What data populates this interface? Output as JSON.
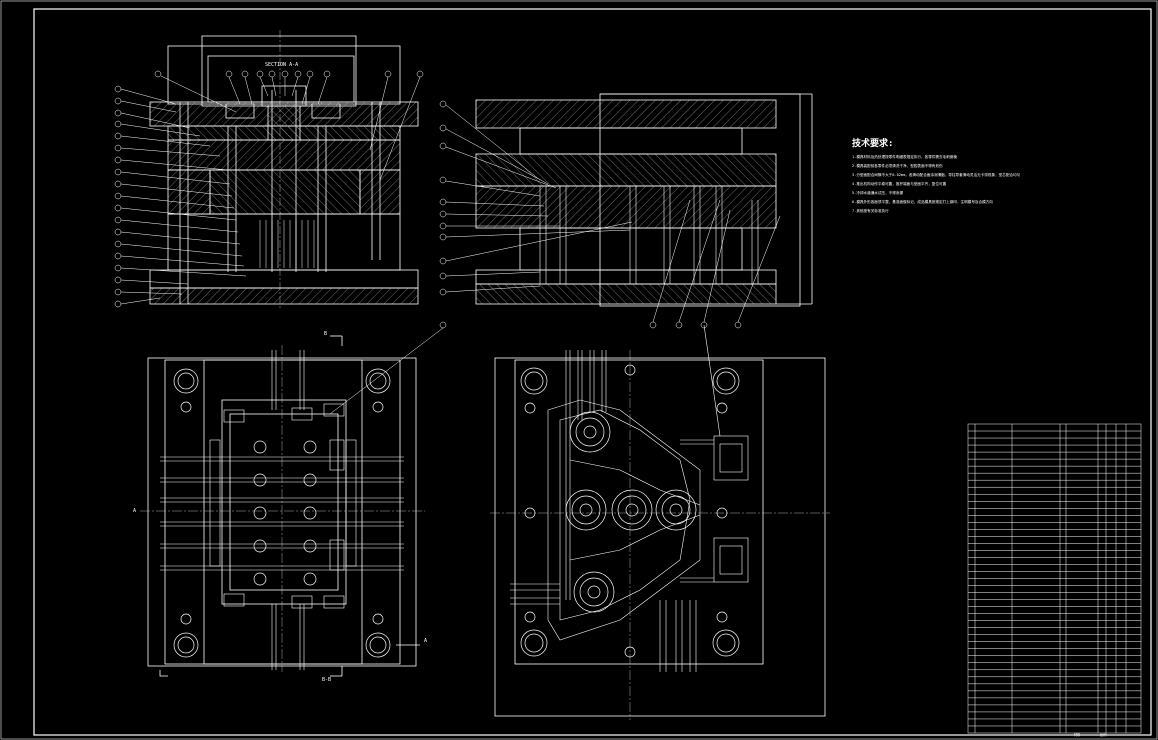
{
  "drawing": {
    "section_label": "SECTION A-A",
    "notes_title": "技术要求:",
    "notes": [
      "1.模具材料及热处理按零件明细表规定执行，各零件需去毛刺倒棱",
      "2.模具装配前各零件必须清洗干净，型腔表面不得有划伤",
      "3.分型面配合间隙不大于0.02mm，各滑动配合面涂润滑脂，导柱导套滑动灵活无卡滞现象，型芯配合均匀",
      "4.推出机构动作平稳可靠，推杆端面与型面平齐，复位可靠",
      "5.冷却水道通水试压，不得渗漏",
      "6.模具外形各面须平整，基准面做标记，成品模具按规定打上钢印，注明模号及合模方向",
      "7.其他按有关标准执行"
    ],
    "view_markers": {
      "section_a": "A",
      "section_b": "B",
      "b_view_top": "B",
      "b_view_bottom": "B-B"
    },
    "title_block": {
      "material_label": "材料",
      "scale_label": "比例"
    }
  },
  "colors": {
    "background": "#000000",
    "outline": "#ffffff",
    "hatch": "#b0b0b0",
    "centerline": "#d8d8d8"
  }
}
